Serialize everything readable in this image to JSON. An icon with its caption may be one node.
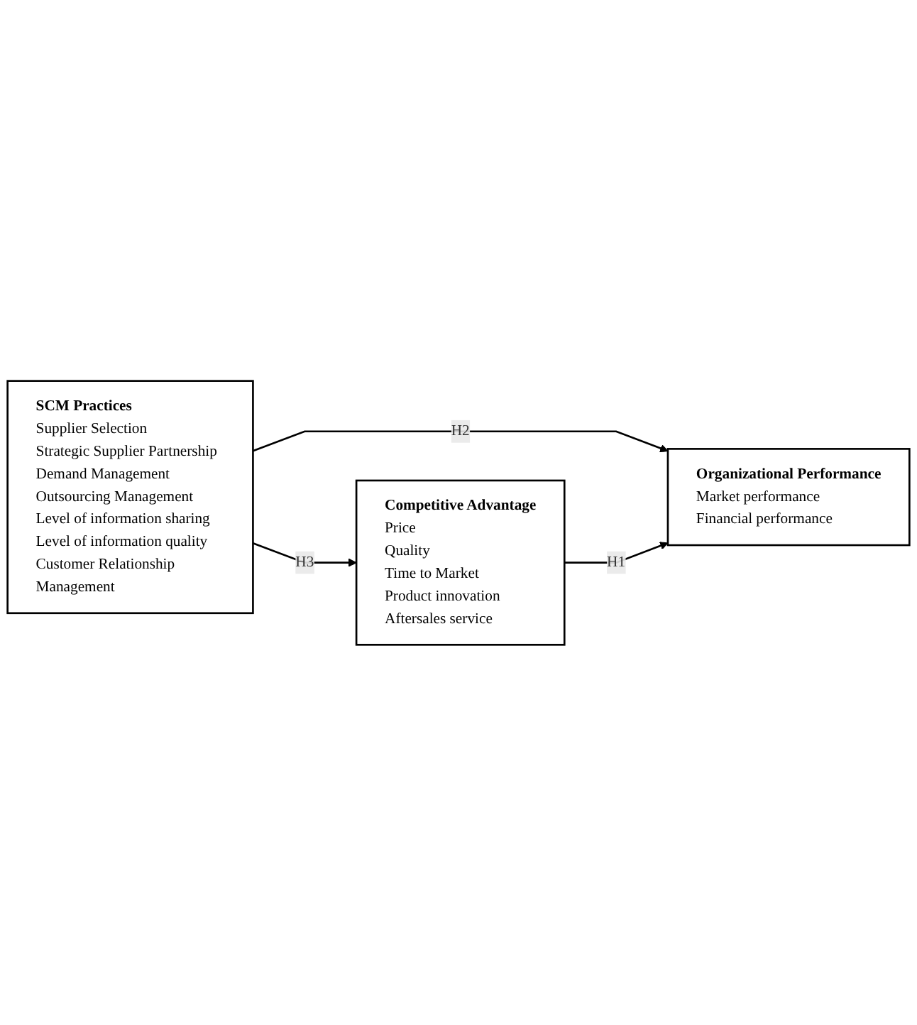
{
  "diagram": {
    "nodes": [
      {
        "text": [
          "SCM Practices",
          "Supplier Selection",
          "Strategic Supplier Partnership",
          "Demand Management",
          "Outsourcing Management",
          "Level of information sharing",
          "Level of information quality",
          "Customer Relationship Management"
        ]
      },
      {
        "text": [
          "Organizational Performance",
          "Market performance",
          "Financial performance"
        ]
      },
      {
        "text": [
          "Competitive Advantage",
          "Price",
          "Quality",
          "Time to Market",
          "Product innovation",
          "Aftersales service"
        ]
      }
    ],
    "edges": [
      {
        "from": 0,
        "to": 1,
        "arrow": "to",
        "label": "H2"
      },
      {
        "from": 2,
        "to": 1,
        "arrow": "to",
        "label": "H1"
      },
      {
        "from": 0,
        "to": 2,
        "arrow": "to",
        "label": "H3"
      }
    ]
  }
}
